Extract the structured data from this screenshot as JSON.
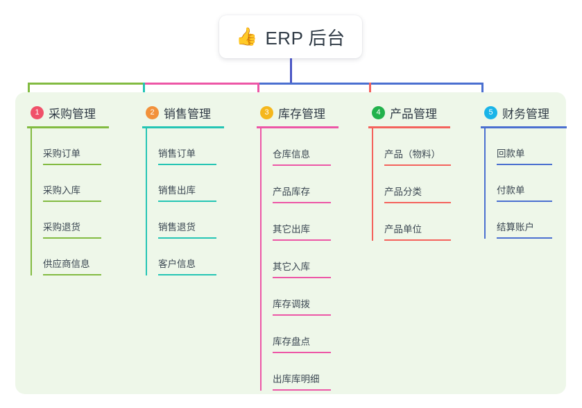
{
  "root": {
    "icon": "thumbs-up-icon",
    "icon_glyph": "👍",
    "title": "ERP 后台"
  },
  "panel": {
    "background_color": "#eef7e9"
  },
  "trunk": {
    "stem_color": "#4a56c4"
  },
  "columns": [
    {
      "number": "1",
      "title": "采购管理",
      "badge_color": "#f0516a",
      "line_color": "#82bb41",
      "items": [
        {
          "label": "采购订单"
        },
        {
          "label": "采购入库"
        },
        {
          "label": "采购退货"
        },
        {
          "label": "供应商信息"
        }
      ]
    },
    {
      "number": "2",
      "title": "销售管理",
      "badge_color": "#f2913b",
      "line_color": "#24c5b4",
      "items": [
        {
          "label": "销售订单"
        },
        {
          "label": "销售出库"
        },
        {
          "label": "销售退货"
        },
        {
          "label": "客户信息"
        }
      ]
    },
    {
      "number": "3",
      "title": "库存管理",
      "badge_color": "#f5b71d",
      "line_color": "#ed56a6",
      "items": [
        {
          "label": "仓库信息"
        },
        {
          "label": "产品库存"
        },
        {
          "label": "其它出库"
        },
        {
          "label": "其它入库"
        },
        {
          "label": "库存调拨"
        },
        {
          "label": "库存盘点"
        },
        {
          "label": "出库库明细"
        }
      ]
    },
    {
      "number": "4",
      "title": "产品管理",
      "badge_color": "#22b24c",
      "line_color": "#f4625c",
      "items": [
        {
          "label": "产品（物料）"
        },
        {
          "label": "产品分类"
        },
        {
          "label": "产品单位"
        }
      ]
    },
    {
      "number": "5",
      "title": "财务管理",
      "badge_color": "#1ab4e8",
      "line_color": "#4a6fd0",
      "items": [
        {
          "label": "回款单"
        },
        {
          "label": "付款单"
        },
        {
          "label": "结算账户"
        }
      ]
    }
  ]
}
